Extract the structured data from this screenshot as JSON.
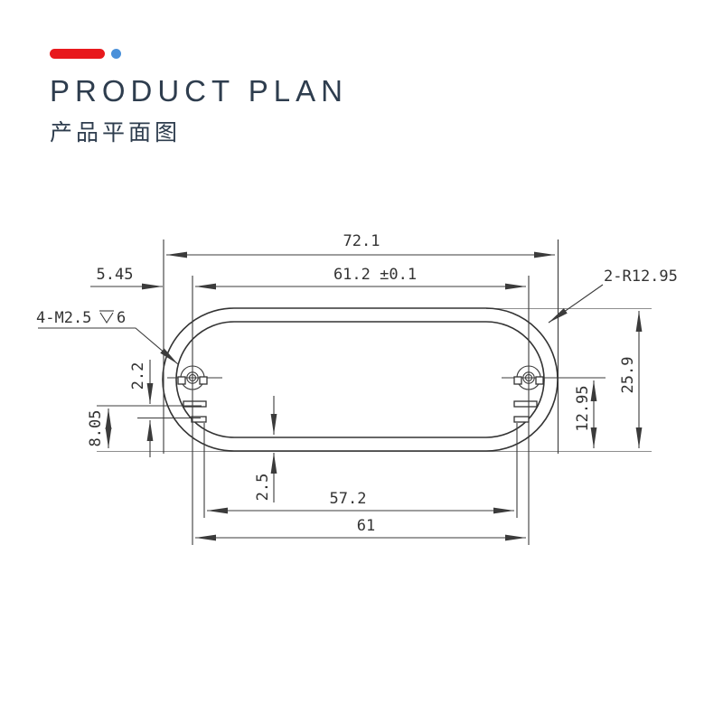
{
  "header": {
    "title": "PRODUCT PLAN",
    "subtitle": "产品平面图",
    "accent_bar_color": "#e8191d",
    "accent_dot_color": "#4a90d9"
  },
  "drawing": {
    "type": "technical-cross-section",
    "line_color": "#3b3b3b",
    "dims": {
      "overall_width": "72.1",
      "inner_width_tol": "61.2 ±0.1",
      "edge_to_hole": "5.45",
      "corner_radius_callout": "2-R12.95",
      "thread_callout_prefix": "4-M2.5",
      "thread_callout_depth": "6",
      "depth_symbol_icon": "⊽",
      "rib_gap": "2.2",
      "bottom_to_rib": "8.05",
      "overall_height": "25.9",
      "hole_center_height": "12.95",
      "wall_thickness": "2.5",
      "rib_span": "57.2",
      "hole_spacing": "61"
    }
  }
}
